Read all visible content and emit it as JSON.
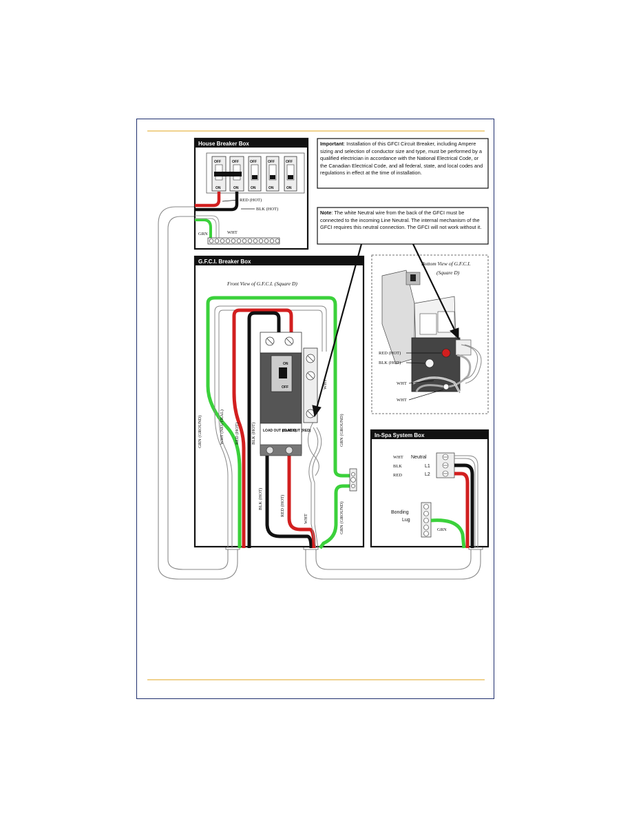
{
  "house_box": {
    "title": "House Breaker Box",
    "off_label": "OFF",
    "on_label": "ON",
    "wire_red_label": "RED (HOT)",
    "wire_blk_label": "BLK (HOT)",
    "wire_grn_label": "GRN",
    "wire_wht_label": "WHT"
  },
  "important_note": {
    "lead": "Important",
    "text": ": Installation of this GFCI Circuit Breaker, including Ampere sizing and selection of conductor size and type, must be performed by a qualified electrician in accordance with the National Electrical Code, or the Canadian Electrical Code, and all federal, state, and local codes and regulations in effect at the time of installation."
  },
  "neutral_note": {
    "lead": "Note",
    "text": ": The white Neutral wire from the back of the GFCI must be connected to the incoming Line Neutral. The internal mechanism of the GFCI requires this neutral connection. The GFCI will not work without it."
  },
  "gfci_box": {
    "title": "G.F.C.I. Breaker Box",
    "front_view": "Front View of G.F.C.I. (Square D)",
    "breaker_on": "ON",
    "breaker_off": "OFF",
    "load_black": "LOAD OUT (BLACK)",
    "load_red": "LOAD OUT (RED)",
    "wire_labels": {
      "grn_ground": "GRN (GROUND)",
      "wht_neutral": "WHT (NEUTRAL)",
      "red_hot": "RED (HOT)",
      "blk_hot": "BLK (HOT)",
      "wht": "WHT",
      "grn_ground_right": "GRN (GROUND)",
      "grn_ground_lower": "GRN (GROUND)"
    }
  },
  "bottom_view": {
    "title_line1": "Bottom View of G.F.C.I.",
    "title_line2": "(Square D)",
    "red_hot": "RED (HOT)",
    "blk_hot": "BLK (HOT)",
    "wht1": "WHT",
    "wht2": "WHT"
  },
  "spa_box": {
    "title": "In-Spa System Box",
    "wht": "WHT",
    "blk": "BLK",
    "red": "RED",
    "neutral": "Neutral",
    "l1": "L1",
    "l2": "L2",
    "bonding1": "Bonding",
    "bonding2": "Lug",
    "grn": "GRN"
  },
  "colors": {
    "accent_line": "#e8b84a",
    "frame": "#1f2f6e",
    "wire_red": "#d21f1f",
    "wire_black": "#111111",
    "wire_green": "#3bd13b",
    "conduit": "#9a9a9a"
  }
}
